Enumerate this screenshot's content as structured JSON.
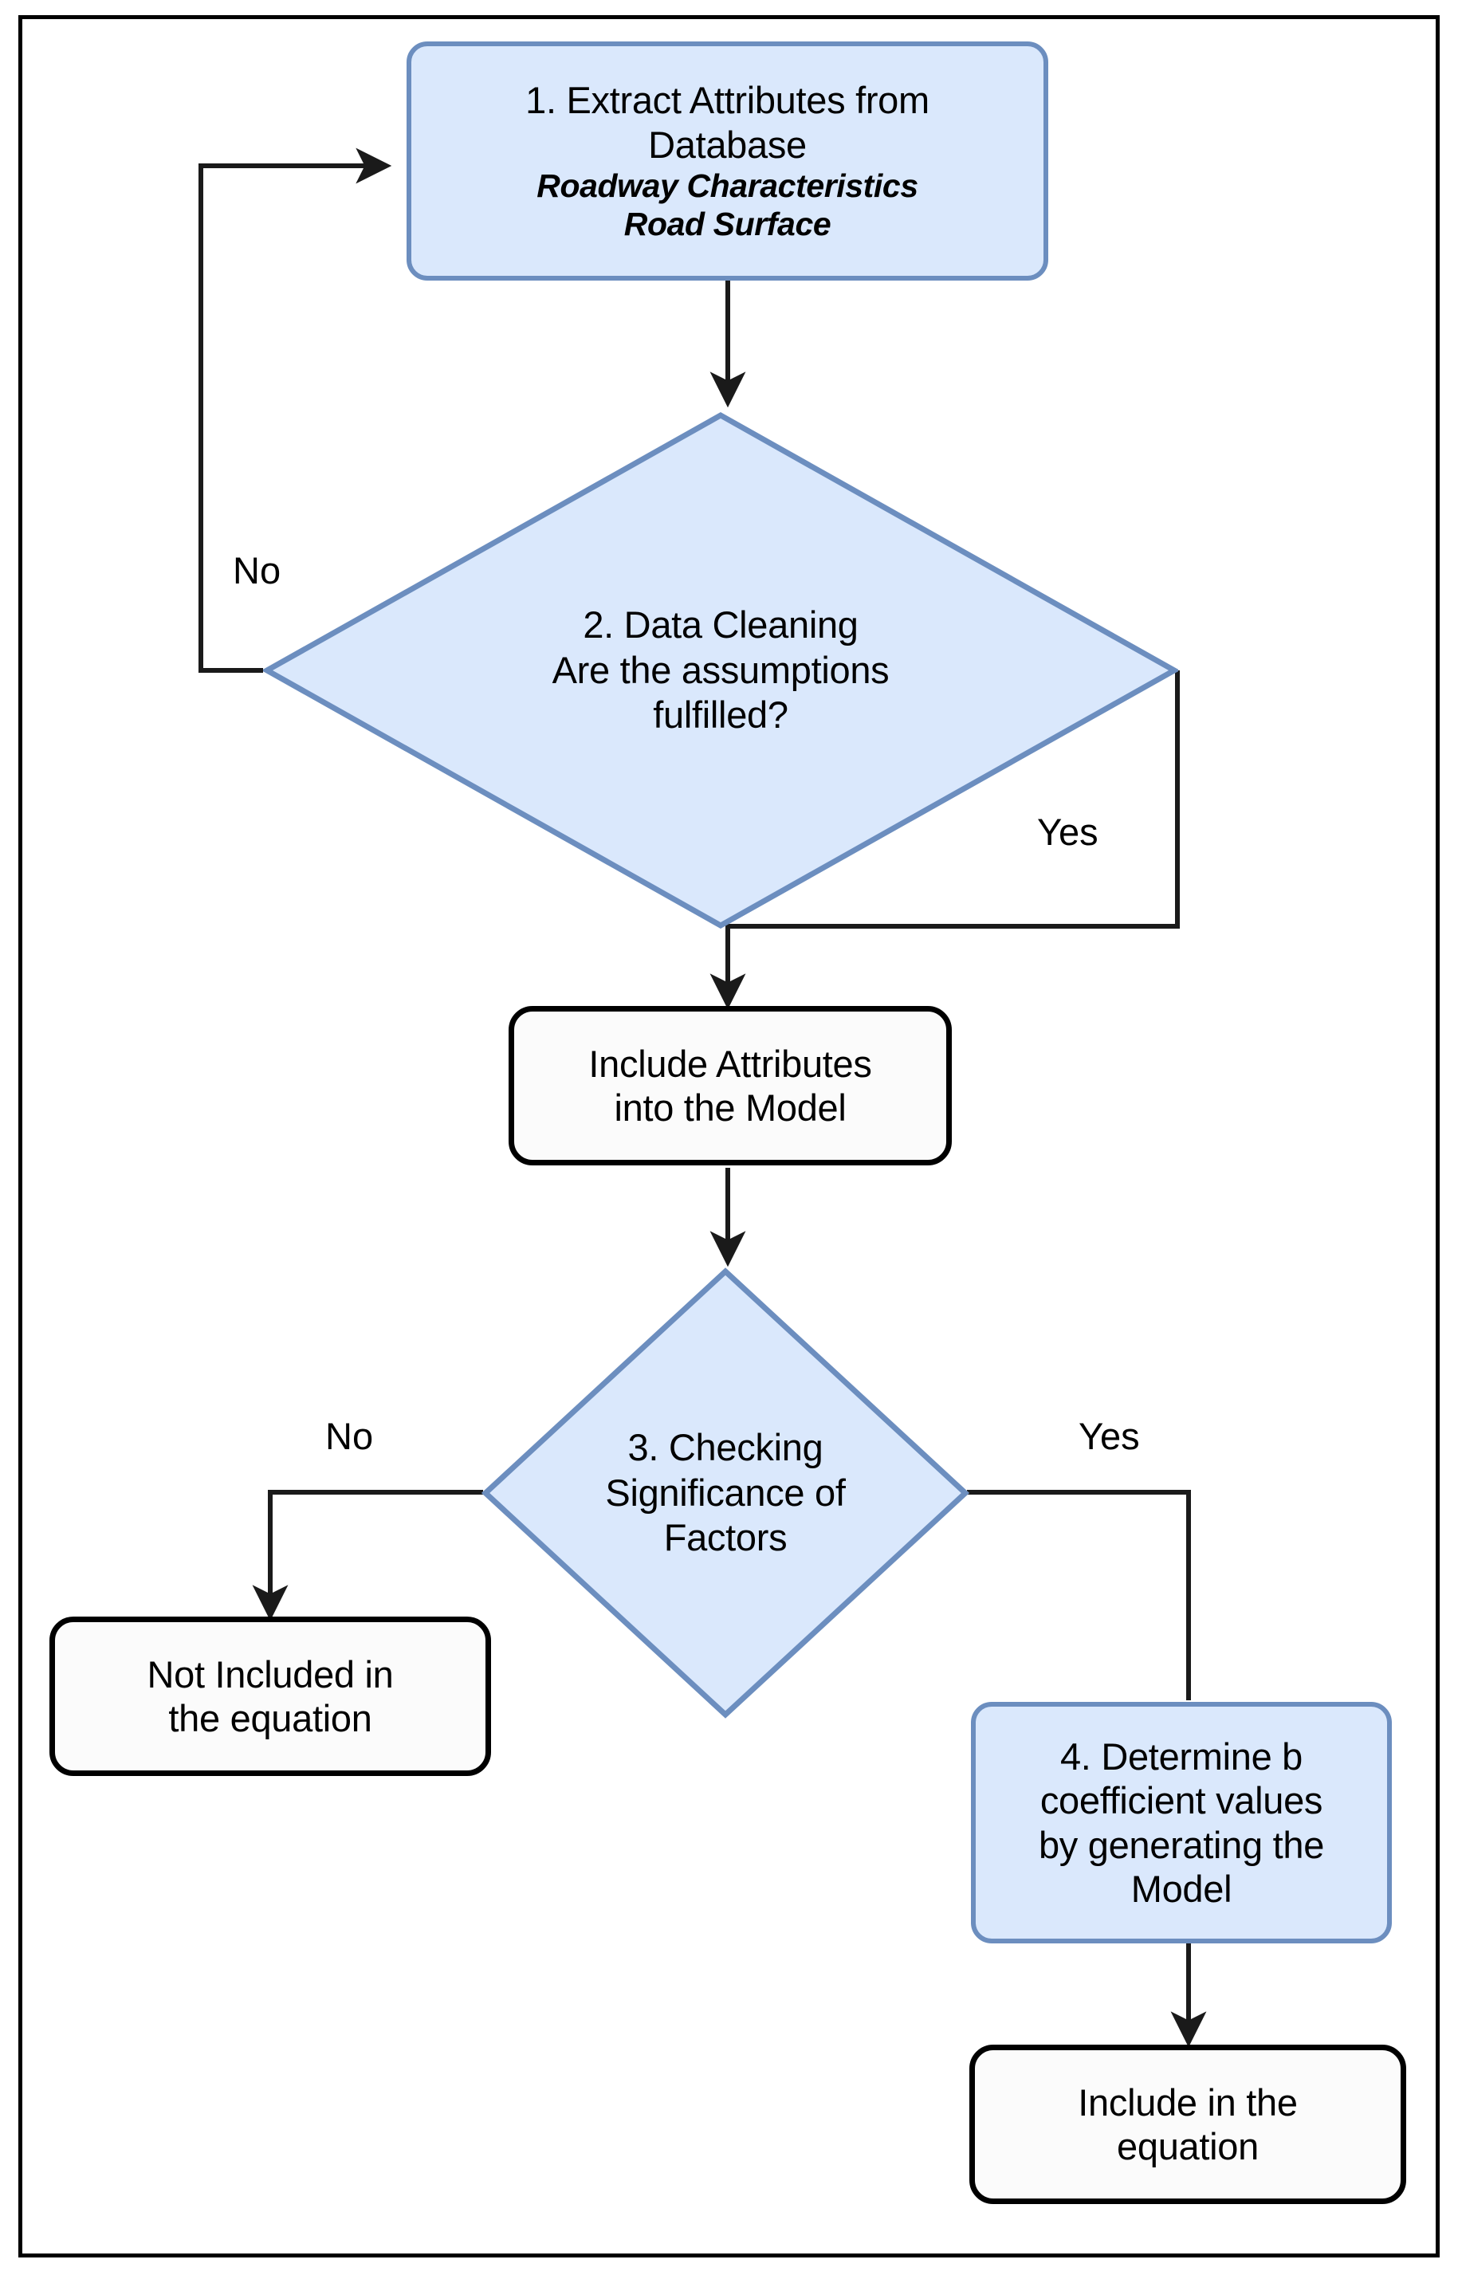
{
  "diagram": {
    "type": "flowchart",
    "title": "",
    "palette": {
      "node_fill_blue": "#dae8fc",
      "node_border_blue": "#6c8ebf",
      "node_fill_white": "#fbfbfb",
      "node_border_black": "#000000",
      "connector": "#000000",
      "frame": "#000000",
      "background": "#ffffff"
    }
  },
  "nodes": {
    "extract": {
      "shape": "rounded-rectangle",
      "style": "blue",
      "line1": "1. Extract Attributes from",
      "line2": "Database",
      "sub1": "Roadway Characteristics",
      "sub2": "Road Surface"
    },
    "data_cleaning": {
      "shape": "diamond",
      "style": "blue",
      "line1": "2. Data Cleaning",
      "line2": "Are the assumptions",
      "line3": "fulfilled?"
    },
    "include_attributes": {
      "shape": "rounded-rectangle",
      "style": "white",
      "line1": "Include Attributes",
      "line2": "into the Model"
    },
    "checking_significance": {
      "shape": "diamond",
      "style": "blue",
      "line1": "3. Checking",
      "line2": "Significance of",
      "line3": "Factors"
    },
    "not_included": {
      "shape": "rounded-rectangle",
      "style": "white",
      "line1": "Not Included in",
      "line2": "the equation"
    },
    "determine_b": {
      "shape": "rounded-rectangle",
      "style": "blue",
      "line1": "4. Determine b",
      "line2": "coefficient values",
      "line3": "by generating the",
      "line4": "Model"
    },
    "include_equation": {
      "shape": "rounded-rectangle",
      "style": "white",
      "line1": "Include in the",
      "line2": "equation"
    }
  },
  "edge_labels": {
    "cleaning_no": "No",
    "cleaning_yes": "Yes",
    "significance_no": "No",
    "significance_yes": "Yes"
  },
  "edges": [
    {
      "from": "extract",
      "to": "data_cleaning",
      "label": ""
    },
    {
      "from": "data_cleaning",
      "to": "extract",
      "label": "No"
    },
    {
      "from": "data_cleaning",
      "to": "include_attributes",
      "label": "Yes"
    },
    {
      "from": "include_attributes",
      "to": "checking_significance",
      "label": ""
    },
    {
      "from": "checking_significance",
      "to": "not_included",
      "label": "No"
    },
    {
      "from": "checking_significance",
      "to": "determine_b",
      "label": "Yes"
    },
    {
      "from": "determine_b",
      "to": "include_equation",
      "label": ""
    }
  ]
}
